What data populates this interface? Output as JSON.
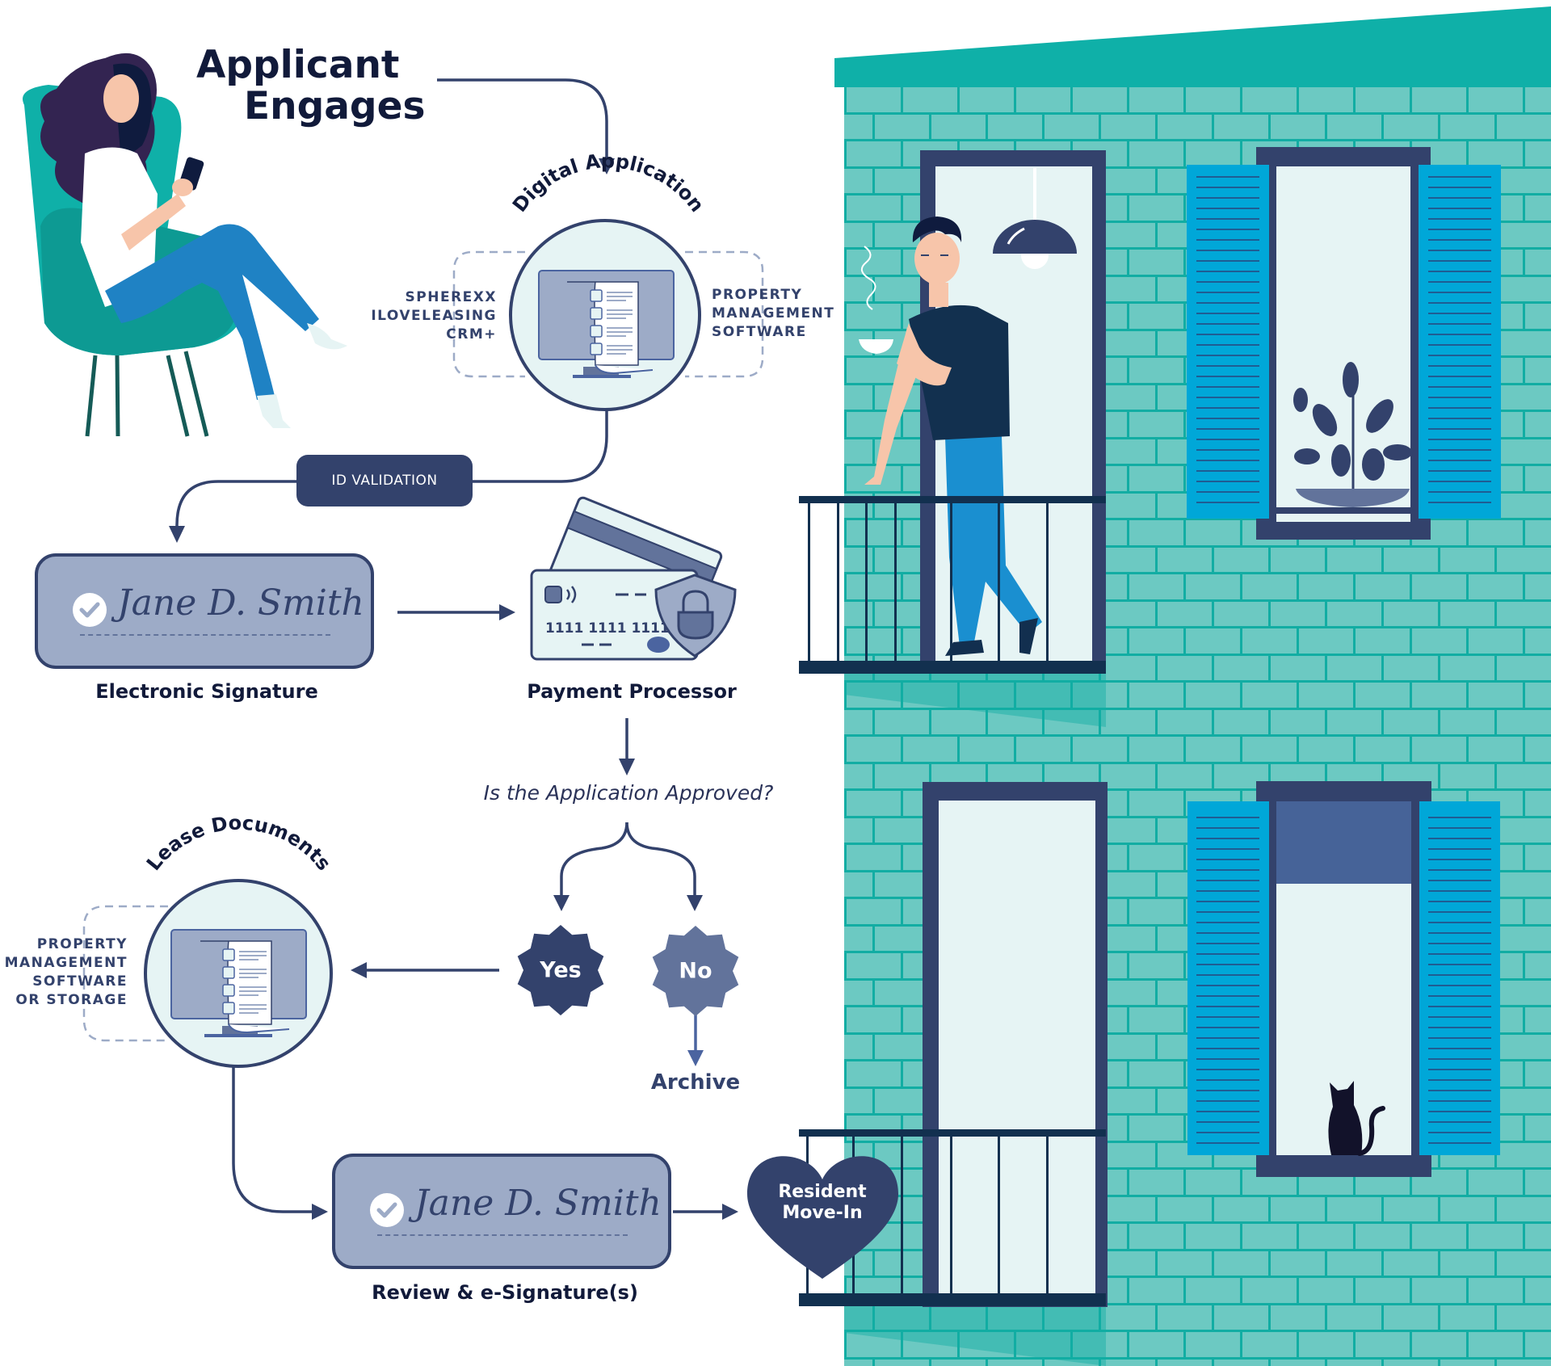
{
  "title": {
    "line1": "Applicant",
    "line2": "Engages"
  },
  "digital_application": {
    "arc_label": "Digital Application",
    "left_label": [
      "SPHEREXX",
      "ILOVELEASING",
      "CRM+"
    ],
    "right_label": [
      "PROPERTY",
      "MANAGEMENT",
      "SOFTWARE"
    ],
    "icon": "monitor-checklist-icon"
  },
  "id_validation": {
    "label": "ID VALIDATION"
  },
  "electronic_signature": {
    "signature": "Jane D. Smith",
    "caption": "Electronic Signature",
    "icon": "check-circle-icon"
  },
  "payment": {
    "card_number": "1111 1111 1111",
    "caption": "Payment Processor",
    "icon": "credit-card-shield-icon"
  },
  "decision": {
    "question": "Is the Application Approved?",
    "yes_label": "Yes",
    "no_label": "No",
    "archive_label": "Archive"
  },
  "lease_documents": {
    "arc_label": "Lease Documents",
    "left_label": [
      "PROPERTY",
      "MANAGEMENT",
      "SOFTWARE",
      "OR STORAGE"
    ],
    "icon": "monitor-checklist-icon"
  },
  "review_signature": {
    "signature": "Jane D. Smith",
    "caption": "Review & e-Signature(s)",
    "icon": "check-circle-icon"
  },
  "move_in": {
    "line1": "Resident",
    "line2": "Move-In",
    "icon": "heart-icon"
  },
  "colors": {
    "navy": "#33426c",
    "dark_text": "#111a3a",
    "sig_fill": "#9dabc7",
    "circle_fill": "#e6f4f4",
    "roof": "#0fb0a8",
    "brick": "#6cc9c2",
    "mortar": "#12ada3",
    "shutter": "#00a7d8",
    "glass": "#e6f4f4",
    "no_badge": "#62739b"
  }
}
